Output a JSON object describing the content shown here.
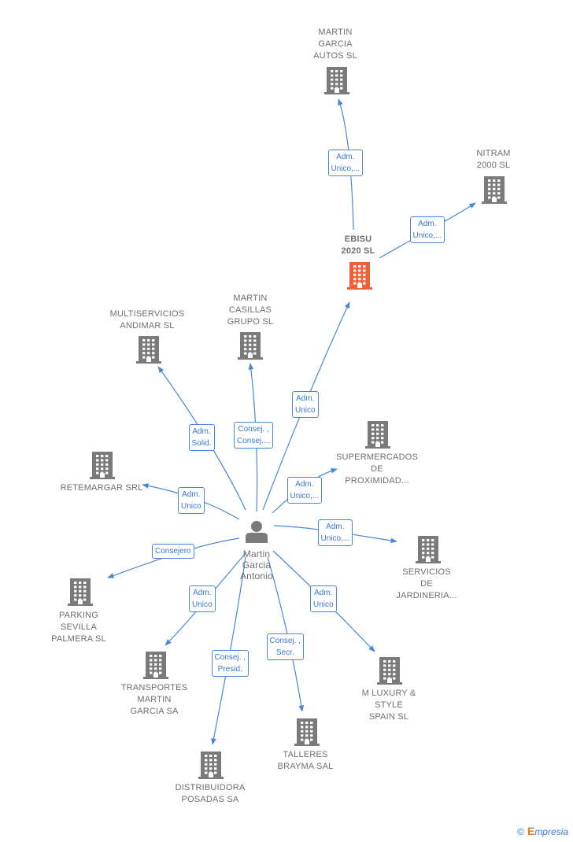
{
  "colors": {
    "edge": "#4a86d8",
    "building": "#7a7a7a",
    "building_highlight": "#f0613a",
    "person": "#7a7a7a"
  },
  "center": {
    "id": "person",
    "icon": "person-icon",
    "lines": [
      "Martin",
      "Garcia",
      "Antonio"
    ]
  },
  "nodes": [
    {
      "id": "martin_garcia_autos",
      "icon": "building-icon",
      "lines": [
        "MARTIN",
        "GARCIA",
        "AUTOS SL"
      ]
    },
    {
      "id": "nitram",
      "icon": "building-icon",
      "lines": [
        "NITRAM",
        "2000  SL"
      ]
    },
    {
      "id": "ebisu",
      "icon": "building-icon",
      "highlight": true,
      "lines": [
        "EBISU",
        "2020  SL"
      ]
    },
    {
      "id": "multiservicios",
      "icon": "building-icon",
      "lines": [
        "MULTISERVICIOS",
        "ANDIMAR  SL"
      ]
    },
    {
      "id": "martin_casillas",
      "icon": "building-icon",
      "lines": [
        "MARTIN",
        "CASILLAS",
        "GRUPO SL"
      ]
    },
    {
      "id": "supermercados",
      "icon": "building-icon",
      "lines": [
        "SUPERMERCADOS",
        "DE",
        "PROXIMIDAD..."
      ]
    },
    {
      "id": "retemargar",
      "icon": "building-icon",
      "lines": [
        "RETEMARGAR SRL"
      ]
    },
    {
      "id": "servicios",
      "icon": "building-icon",
      "lines": [
        "SERVICIOS",
        "DE",
        "JARDINERIA..."
      ]
    },
    {
      "id": "parking",
      "icon": "building-icon",
      "lines": [
        "PARKING",
        "SEVILLA",
        "PALMERA  SL"
      ]
    },
    {
      "id": "transportes",
      "icon": "building-icon",
      "lines": [
        "TRANSPORTES",
        "MARTIN",
        "GARCIA SA"
      ]
    },
    {
      "id": "mluxury",
      "icon": "building-icon",
      "lines": [
        "M LUXURY &",
        "STYLE",
        "SPAIN  SL"
      ]
    },
    {
      "id": "talleres",
      "icon": "building-icon",
      "lines": [
        "TALLERES",
        "BRAYMA SAL"
      ]
    },
    {
      "id": "distribuidora",
      "icon": "building-icon",
      "lines": [
        "DISTRIBUIDORA",
        "POSADAS SA"
      ]
    }
  ],
  "edges": [
    {
      "from": "ebisu",
      "to": "martin_garcia_autos",
      "lines": [
        "Adm.",
        "Unico,..."
      ]
    },
    {
      "from": "ebisu",
      "to": "nitram",
      "lines": [
        "Adm.",
        "Unico,..."
      ]
    },
    {
      "from": "person",
      "to": "ebisu",
      "lines": [
        "Adm.",
        "Unico"
      ]
    },
    {
      "from": "person",
      "to": "multiservicios",
      "lines": [
        "Adm.",
        "Solid."
      ]
    },
    {
      "from": "person",
      "to": "martin_casillas",
      "lines": [
        "Consej. ,",
        "Consej...."
      ]
    },
    {
      "from": "person",
      "to": "supermercados",
      "lines": [
        "Adm.",
        "Unico,..."
      ]
    },
    {
      "from": "person",
      "to": "retemargar",
      "lines": [
        "Adm.",
        "Unico"
      ]
    },
    {
      "from": "person",
      "to": "servicios",
      "lines": [
        "Adm.",
        "Unico,..."
      ]
    },
    {
      "from": "person",
      "to": "parking",
      "lines": [
        "Consejero"
      ]
    },
    {
      "from": "person",
      "to": "transportes",
      "lines": [
        "Adm.",
        "Unico"
      ]
    },
    {
      "from": "person",
      "to": "mluxury",
      "lines": [
        "Adm.",
        "Unico"
      ]
    },
    {
      "from": "person",
      "to": "talleres",
      "lines": [
        "Consej. ,",
        "Secr."
      ]
    },
    {
      "from": "person",
      "to": "distribuidora",
      "lines": [
        "Consej. ,",
        "Presid."
      ]
    }
  ],
  "watermark": {
    "copyright": "©",
    "brand_initial": "E",
    "brand_rest": "mpresia"
  }
}
